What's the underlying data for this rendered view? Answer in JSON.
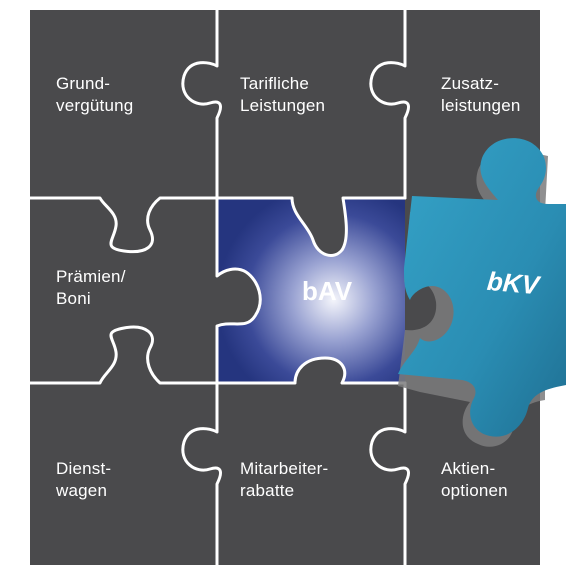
{
  "pieces": [
    {
      "id": "grundverguetung",
      "lines": [
        "Grund-",
        "vergütung"
      ]
    },
    {
      "id": "tarifliche-leistungen",
      "lines": [
        "Tarifliche",
        "Leistungen"
      ]
    },
    {
      "id": "zusatzleistungen",
      "lines": [
        "Zusatz-",
        "leistungen"
      ]
    },
    {
      "id": "praemien-boni",
      "lines": [
        "Prämien/",
        "Boni"
      ]
    },
    {
      "id": "dienstwagen",
      "lines": [
        "Dienst-",
        "wagen"
      ]
    },
    {
      "id": "mitarbeiterrabatte",
      "lines": [
        "Mitarbeiter-",
        "rabatte"
      ]
    },
    {
      "id": "aktienoptionen",
      "lines": [
        "Aktien-",
        "optionen"
      ]
    }
  ],
  "highlight": {
    "bav": "bAV",
    "bkv": "bKV"
  },
  "colors": {
    "tile": "#4a4a4c",
    "seam": "#ffffff",
    "bav_dark": "#2a3a8a",
    "bav_glow": "#e6e9f7",
    "bkv": "#2e8fb3",
    "bkv_shadow": "#7a7a7a"
  }
}
